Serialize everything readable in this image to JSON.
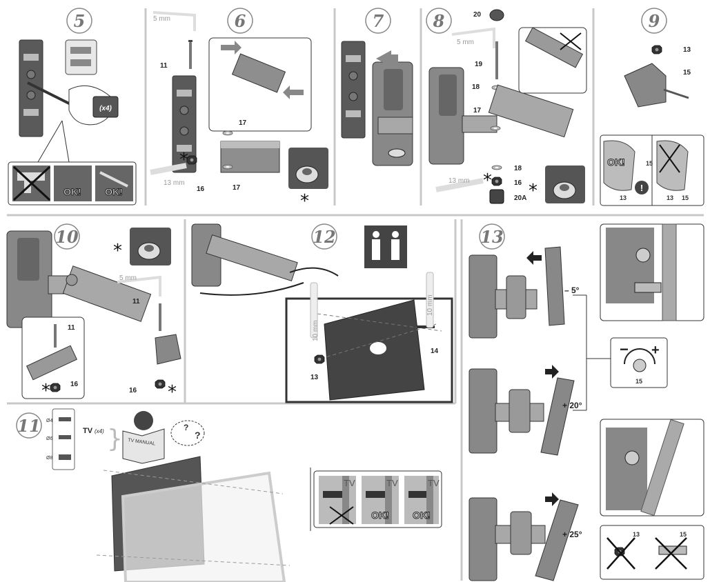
{
  "steps": {
    "s5": {
      "number": "5",
      "badge": "(x4)",
      "ok1": "OK!",
      "ok2": "OK!"
    },
    "s6": {
      "number": "6",
      "wrench_top": "5 mm",
      "wrench_bottom": "13 mm",
      "p11": "11",
      "p17a": "17",
      "p17b": "17",
      "p16": "16"
    },
    "s7": {
      "number": "7"
    },
    "s8": {
      "number": "8",
      "wrench_top": "5 mm",
      "wrench_bottom": "13 mm",
      "p20": "20",
      "p19": "19",
      "p18a": "18",
      "p17": "17",
      "p18b": "18",
      "p16": "16",
      "p20a": "20A"
    },
    "s9": {
      "number": "9",
      "p13": "13",
      "p15": "15",
      "ok": "OK!",
      "c15a": "15",
      "c13a": "13",
      "c13b": "13",
      "c15b": "15"
    },
    "s10": {
      "number": "10",
      "wrench_top": "5 mm",
      "p11a": "11",
      "p11b": "11",
      "p16a": "16",
      "p16b": "16"
    },
    "s11": {
      "number": "11",
      "d4": "Ø4",
      "d6": "Ø6",
      "d8": "Ø8",
      "tv_label": "TV",
      "tv_qty": "(x4)",
      "manual": "TV MANUAL",
      "q1": "?",
      "q2": "?",
      "tv1": "TV",
      "tv2": "TV",
      "tv3": "TV",
      "ok1": "OK!",
      "ok2": "OK!"
    },
    "s12": {
      "number": "12",
      "w1": "10 mm",
      "w2": "10 mm",
      "p13": "13",
      "p14": "14"
    },
    "s13": {
      "number": "13",
      "a1": "– 5°",
      "a2": "+ 20°",
      "a3": "+ 25°",
      "minus": "−",
      "plus": "+",
      "p15": "15",
      "x13": "13",
      "x15": "15"
    }
  },
  "colors": {
    "frame": "#666666",
    "divider": "#c8c8c8",
    "metal": "#9c9c9c",
    "dark": "#505050",
    "light": "#d8d8d8"
  }
}
